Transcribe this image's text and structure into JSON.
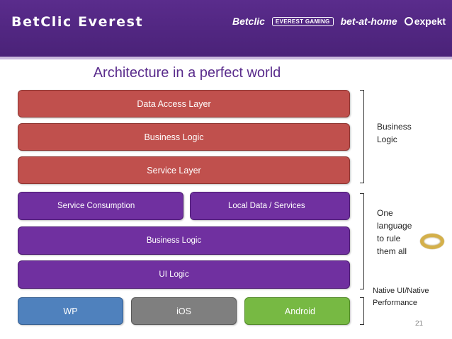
{
  "header": {
    "brand": "BetClic Everest",
    "logos": [
      "Betclic",
      "EVEREST GAMING",
      "bet-at-home",
      "expekt"
    ]
  },
  "title": "Architecture in a perfect world",
  "server_layers": {
    "data_access": "Data Access Layer",
    "business_logic": "Business Logic",
    "service": "Service Layer"
  },
  "client_layers": {
    "service_consumption": "Service Consumption",
    "local_data": "Local Data / Services",
    "business_logic": "Business Logic",
    "ui_logic": "UI Logic"
  },
  "platforms": [
    "WP",
    "iOS",
    "Android"
  ],
  "side_labels": {
    "business_logic": "Business Logic",
    "one_language": "One language to rule them all",
    "native": "Native UI/Native Performance"
  },
  "page_number": "21",
  "colors": {
    "header": "#5a2c8c",
    "red_layer": "#c0504d",
    "purple_layer": "#7030a0",
    "wp": "#4f81bd",
    "ios": "#7f7f7f",
    "android": "#77b943"
  }
}
